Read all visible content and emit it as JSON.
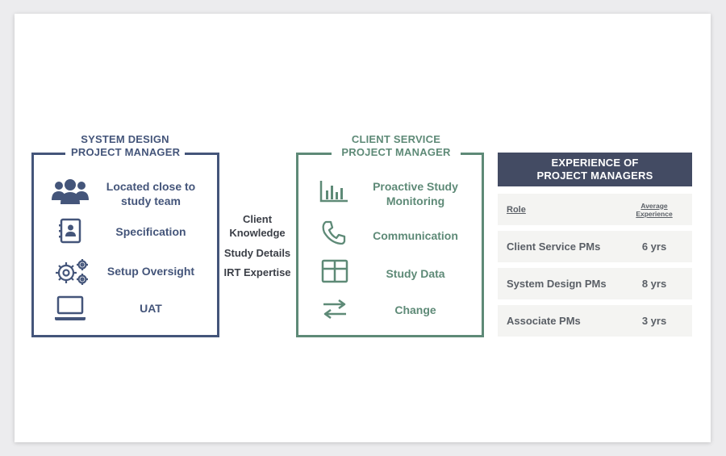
{
  "system_design": {
    "title_line1": "SYSTEM DESIGN",
    "title_line2": "PROJECT MANAGER",
    "items": [
      {
        "label_line1": "Located close to",
        "label_line2": "study team",
        "icon": "team-icon"
      },
      {
        "label_line1": "Specification",
        "label_line2": "",
        "icon": "address-book-icon"
      },
      {
        "label_line1": "Setup Oversight",
        "label_line2": "",
        "icon": "gears-icon"
      },
      {
        "label_line1": "UAT",
        "label_line2": "",
        "icon": "laptop-icon"
      }
    ],
    "color": "#44557a"
  },
  "shared": {
    "items": [
      "Client",
      "Knowledge",
      "Study Details",
      "IRT Expertise"
    ]
  },
  "client_service": {
    "title_line1": "CLIENT SERVICE",
    "title_line2": "PROJECT MANAGER",
    "items": [
      {
        "label_line1": "Proactive Study",
        "label_line2": "Monitoring",
        "icon": "bar-chart-icon"
      },
      {
        "label_line1": "Communication",
        "label_line2": "",
        "icon": "phone-icon"
      },
      {
        "label_line1": "Study Data",
        "label_line2": "",
        "icon": "table-grid-icon"
      },
      {
        "label_line1": "Change",
        "label_line2": "",
        "icon": "swap-arrows-icon"
      }
    ],
    "color": "#5e8a77"
  },
  "experience": {
    "title_line1": "EXPERIENCE OF",
    "title_line2": "PROJECT MANAGERS",
    "col_role": "Role",
    "col_value_line1": "Average",
    "col_value_line2": "Experience",
    "rows": [
      {
        "role": "Client Service PMs",
        "value": "6 yrs"
      },
      {
        "role": "System Design PMs",
        "value": "8 yrs"
      },
      {
        "role": "Associate PMs",
        "value": "3 yrs"
      }
    ],
    "header_color": "#434b63"
  }
}
